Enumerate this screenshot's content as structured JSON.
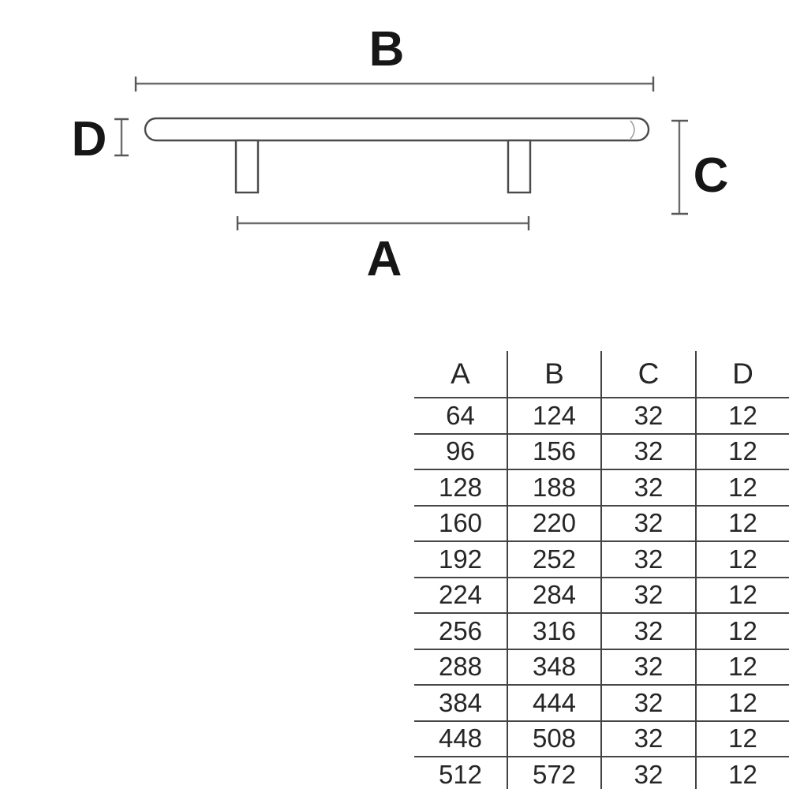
{
  "diagram": {
    "title": "bar-handle-dimension-drawing",
    "dim_labels": {
      "overall_length": "B",
      "hole_spacing": "A",
      "diameter": "D",
      "projection": "C"
    }
  },
  "table": {
    "headers": [
      "A",
      "B",
      "C",
      "D"
    ],
    "rows": [
      [
        "64",
        "124",
        "32",
        "12"
      ],
      [
        "96",
        "156",
        "32",
        "12"
      ],
      [
        "128",
        "188",
        "32",
        "12"
      ],
      [
        "160",
        "220",
        "32",
        "12"
      ],
      [
        "192",
        "252",
        "32",
        "12"
      ],
      [
        "224",
        "284",
        "32",
        "12"
      ],
      [
        "256",
        "316",
        "32",
        "12"
      ],
      [
        "288",
        "348",
        "32",
        "12"
      ],
      [
        "384",
        "444",
        "32",
        "12"
      ],
      [
        "448",
        "508",
        "32",
        "12"
      ],
      [
        "512",
        "572",
        "32",
        "12"
      ]
    ]
  },
  "colors": {
    "background": "#ffffff",
    "outline": "#4a4a4a",
    "dimension_line": "#6b6b6b",
    "label_text": "#161616",
    "table_border": "#424242",
    "table_text": "#262626"
  }
}
